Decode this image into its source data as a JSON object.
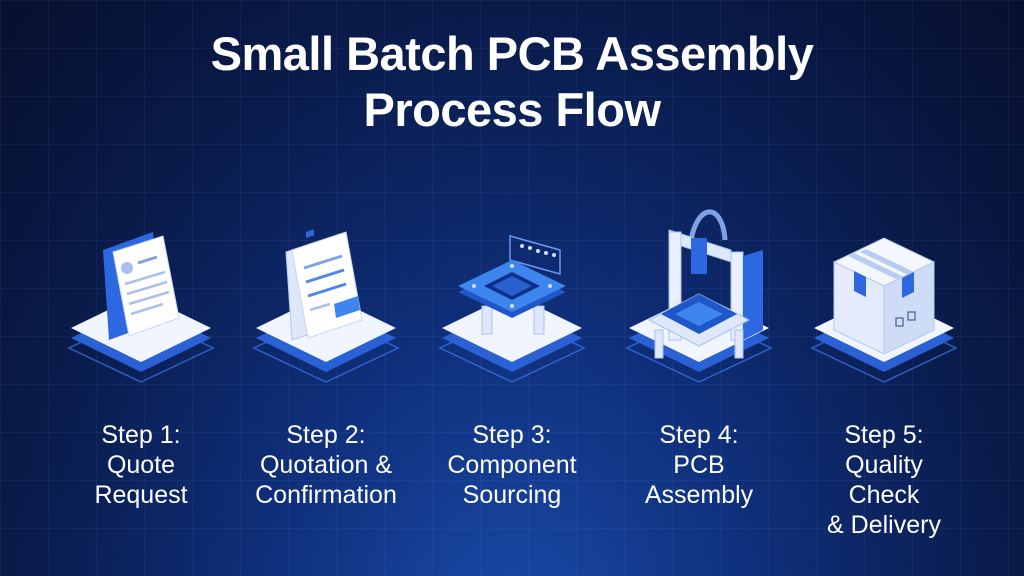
{
  "title": {
    "line1": "Small Batch PCB Assembly",
    "line2": "Process Flow"
  },
  "steps": [
    {
      "icon": "document-icon",
      "lines": [
        "Step 1:",
        "Quote",
        "Request"
      ]
    },
    {
      "icon": "quotation-document-icon",
      "lines": [
        "Step 2:",
        "Quotation &",
        "Confirmation"
      ]
    },
    {
      "icon": "chip-board-icon",
      "lines": [
        "Step 3:",
        "Component",
        "Sourcing"
      ]
    },
    {
      "icon": "assembly-machine-icon",
      "lines": [
        "Step 4:",
        "PCB",
        "Assembly"
      ]
    },
    {
      "icon": "shipping-box-icon",
      "lines": [
        "Step 5:",
        "Quality",
        "Check",
        "& Delivery"
      ]
    }
  ],
  "colors": {
    "background": "#0a1d4f",
    "accent": "#2f6fe8",
    "platform": "#eef3ff",
    "text": "#ffffff"
  }
}
